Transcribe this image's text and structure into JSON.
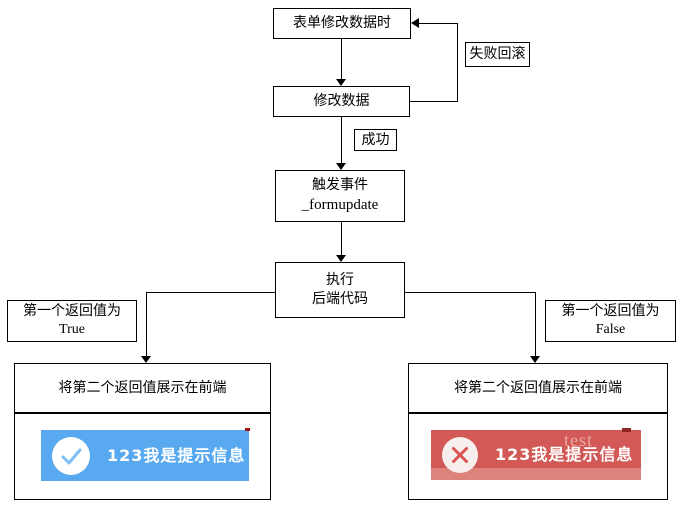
{
  "flow": {
    "form_edit": "表单修改数据时",
    "modify": "修改数据",
    "fail_rollback": "失败回滚",
    "success": "成功",
    "trigger_line1": "触发事件",
    "trigger_line2": "_formupdate",
    "execute_line1": "执行",
    "execute_line2": "后端代码",
    "branch_true_line1": "第一个返回值为",
    "branch_true_line2": "True",
    "branch_false_line1": "第一个返回值为",
    "branch_false_line2": "False",
    "result_left_title": "将第二个返回值展示在前端",
    "result_right_title": "将第二个返回值展示在前端"
  },
  "toasts": {
    "success_message": "123我是提示信息",
    "error_message": "123我是提示信息"
  },
  "watermark": "test",
  "colors": {
    "success_toast_bg": "#58a9f0",
    "success_check": "#7cc0f7",
    "error_toast_bg": "#d25955",
    "error_toast_strip": "#de827c",
    "error_x": "#d9534f",
    "line": "#000000"
  }
}
